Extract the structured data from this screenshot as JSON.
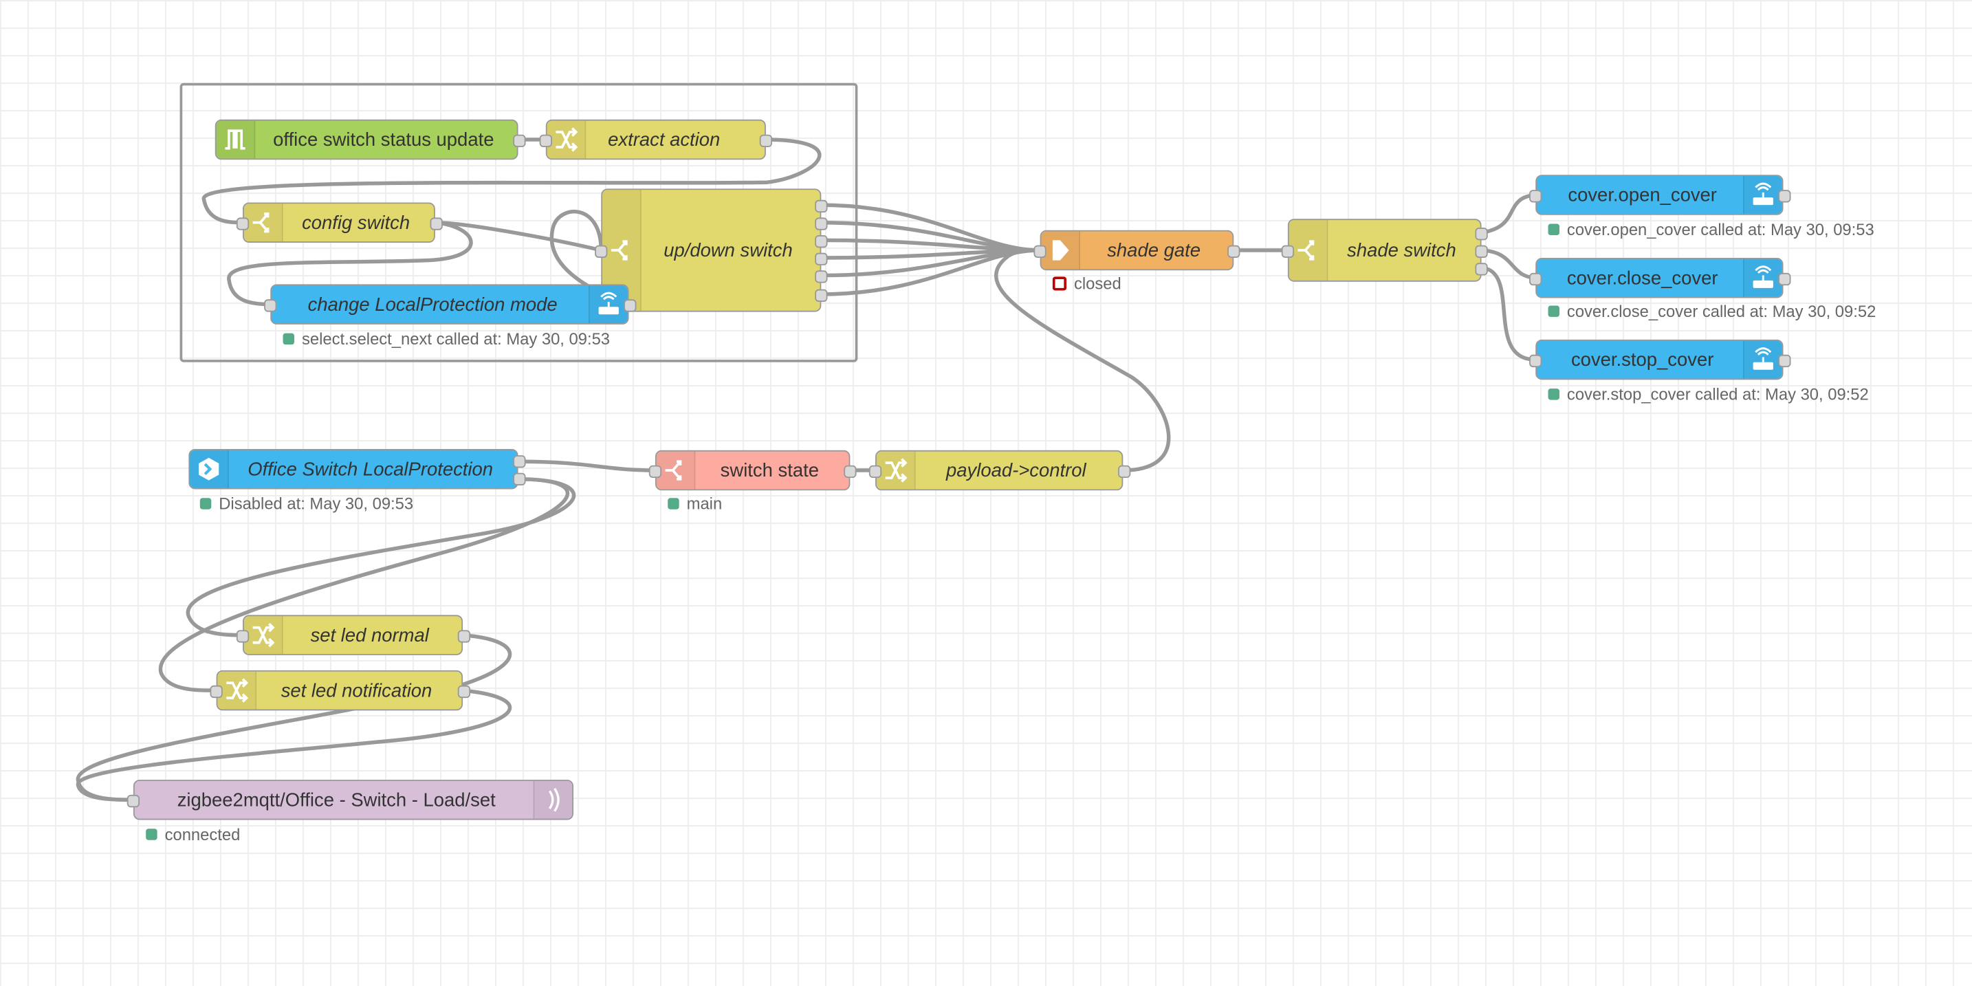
{
  "nodes": {
    "office_switch_status_update": {
      "label": "office switch status update",
      "icon": "trigger-state-icon"
    },
    "extract_action": {
      "label": "extract action",
      "icon": "change-icon"
    },
    "config_switch": {
      "label": "config switch",
      "icon": "switch-icon"
    },
    "up_down_switch": {
      "label": "up/down switch",
      "icon": "switch-icon"
    },
    "change_localprotection_mode": {
      "label": "change LocalProtection mode",
      "icon": "router-icon",
      "status": "select.select_next called at: May 30, 09:53"
    },
    "shade_gate": {
      "label": "shade gate",
      "icon": "gate-icon",
      "status": "closed"
    },
    "shade_switch": {
      "label": "shade switch",
      "icon": "switch-icon"
    },
    "cover_open_cover": {
      "label": "cover.open_cover",
      "icon": "router-icon",
      "status": "cover.open_cover called at: May 30, 09:53"
    },
    "cover_close_cover": {
      "label": "cover.close_cover",
      "icon": "router-icon",
      "status": "cover.close_cover called at: May 30, 09:52"
    },
    "cover_stop_cover": {
      "label": "cover.stop_cover",
      "icon": "router-icon",
      "status": "cover.stop_cover called at: May 30, 09:52"
    },
    "office_switch_localprotection": {
      "label": "Office Switch LocalProtection",
      "icon": "home-assistant-icon",
      "status": "Disabled at: May 30, 09:53"
    },
    "switch_state": {
      "label": "switch state",
      "icon": "switch-icon",
      "status": "main"
    },
    "payload_control": {
      "label": "payload->control",
      "icon": "change-icon"
    },
    "set_led_normal": {
      "label": "set led normal",
      "icon": "change-icon"
    },
    "set_led_notification": {
      "label": "set led notification",
      "icon": "change-icon"
    },
    "zigbee2mqtt_out": {
      "label": "zigbee2mqtt/Office - Switch - Load/set",
      "icon": "mqtt-icon",
      "status": "connected"
    }
  },
  "colors": {
    "yellow_node": "#e2d96e",
    "green_node": "#a6d15c",
    "blue_node": "#40b7ef",
    "orange_node": "#f0b262",
    "salmon_node": "#fdaba0",
    "purple_node": "#d8bfd8",
    "status_green": "#5a8",
    "status_red": "#c00000",
    "wire": "#999999"
  }
}
